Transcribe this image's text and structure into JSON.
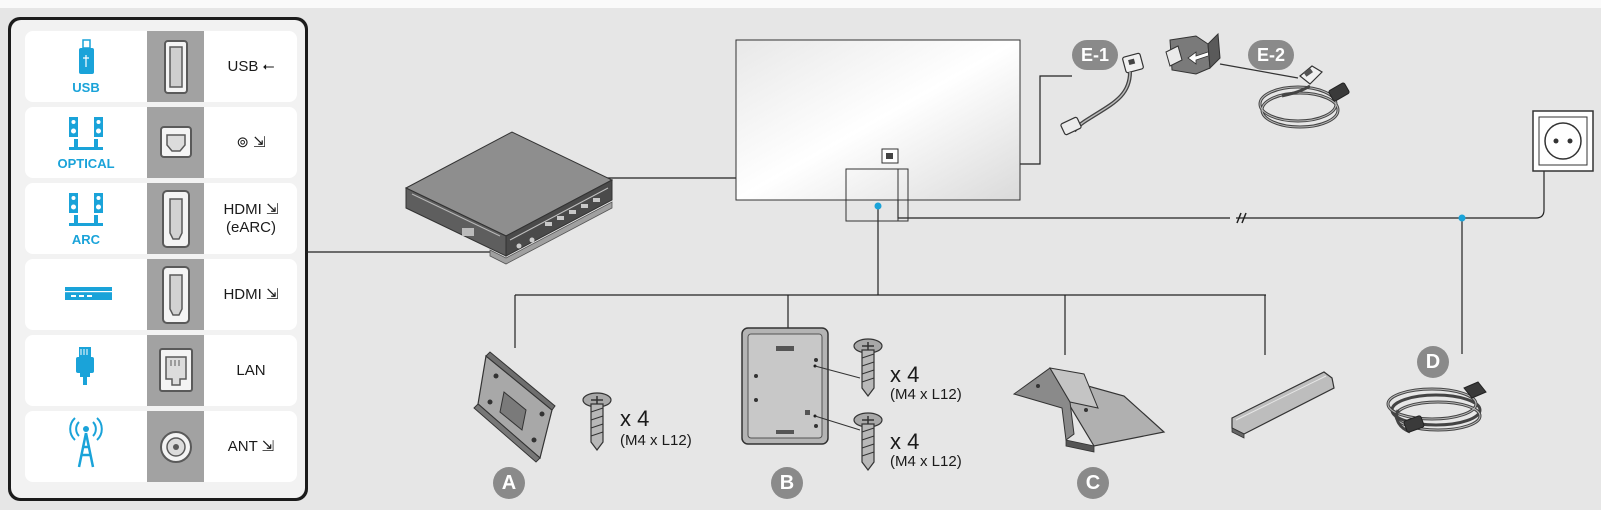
{
  "ports": [
    {
      "device": "USB",
      "device_icon": "usb-stick-icon",
      "socket_icon": "usb-port-icon",
      "name": "USB ⭠"
    },
    {
      "device": "OPTICAL",
      "device_icon": "speaker-system-icon",
      "socket_icon": "optical-port-icon",
      "name": "⊚ ⇲"
    },
    {
      "device": "ARC",
      "device_icon": "speaker-system-icon",
      "socket_icon": "hdmi-port-icon",
      "name": "HDMI ⇲\n(eARC)"
    },
    {
      "device": "",
      "device_icon": "set-top-box-icon",
      "socket_icon": "hdmi-port-icon",
      "name": "HDMI ⇲"
    },
    {
      "device": "",
      "device_icon": "ethernet-plug-icon",
      "socket_icon": "lan-port-icon",
      "name": "LAN"
    },
    {
      "device": "",
      "device_icon": "antenna-tower-icon",
      "socket_icon": "ant-port-icon",
      "name": "ANT ⇲"
    }
  ],
  "items": {
    "A": {
      "badge": "A",
      "qty": "x 4",
      "spec": "(M4 x L12)"
    },
    "B": {
      "badge": "B",
      "qty_top": "x 4",
      "spec_top": "(M4 x L12)",
      "qty_bottom": "x 4",
      "spec_bottom": "(M4 x L12)"
    },
    "C": {
      "badge": "C"
    },
    "D": {
      "badge": "D"
    },
    "E1": {
      "badge": "E-1"
    },
    "E2": {
      "badge": "E-2"
    }
  },
  "colors": {
    "accent": "#1aa3d9",
    "badge": "#8a8a8a",
    "panel_border": "#1c1c1c",
    "background": "#e6e6e6"
  }
}
